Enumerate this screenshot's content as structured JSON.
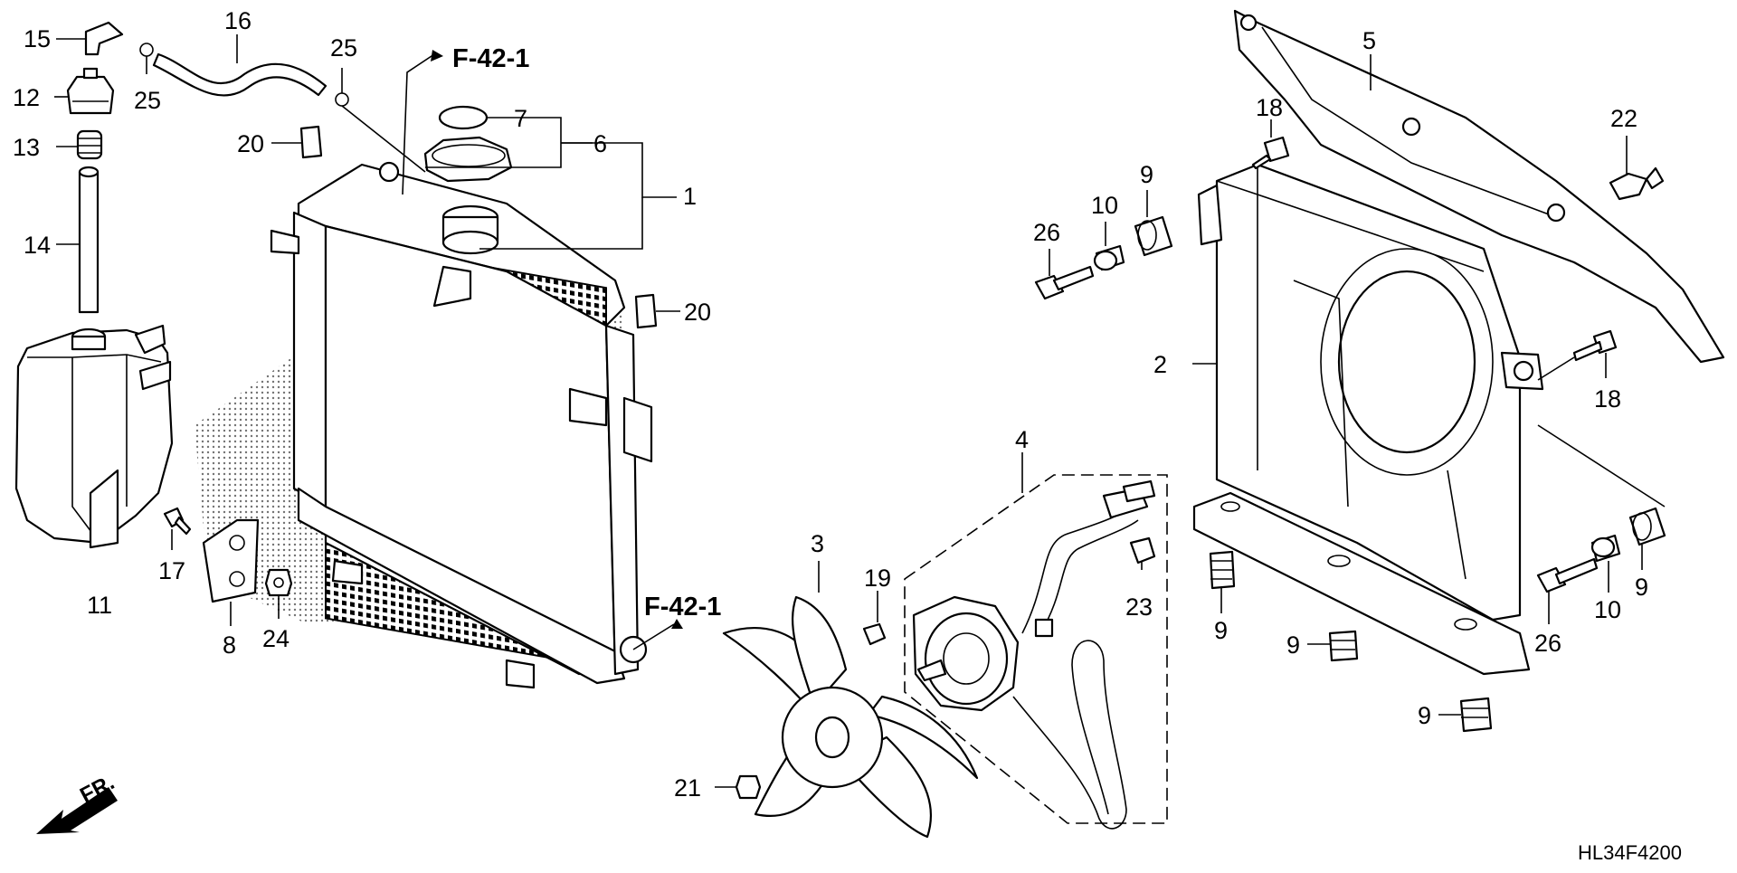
{
  "diagram": {
    "code": "HL34F4200",
    "front_label": "FR.",
    "references": [
      {
        "id": "ref-top",
        "text": "F-42-1"
      },
      {
        "id": "ref-bottom",
        "text": "F-42-1"
      }
    ],
    "callouts": [
      {
        "id": "c1",
        "text": "1"
      },
      {
        "id": "c2",
        "text": "2"
      },
      {
        "id": "c3",
        "text": "3"
      },
      {
        "id": "c4",
        "text": "4"
      },
      {
        "id": "c5",
        "text": "5"
      },
      {
        "id": "c6",
        "text": "6"
      },
      {
        "id": "c7",
        "text": "7"
      },
      {
        "id": "c8",
        "text": "8"
      },
      {
        "id": "c9a",
        "text": "9"
      },
      {
        "id": "c9b",
        "text": "9"
      },
      {
        "id": "c9c",
        "text": "9"
      },
      {
        "id": "c9d",
        "text": "9"
      },
      {
        "id": "c9e",
        "text": "9"
      },
      {
        "id": "c10a",
        "text": "10"
      },
      {
        "id": "c10b",
        "text": "10"
      },
      {
        "id": "c11",
        "text": "11"
      },
      {
        "id": "c12",
        "text": "12"
      },
      {
        "id": "c13",
        "text": "13"
      },
      {
        "id": "c14",
        "text": "14"
      },
      {
        "id": "c15",
        "text": "15"
      },
      {
        "id": "c16",
        "text": "16"
      },
      {
        "id": "c17",
        "text": "17"
      },
      {
        "id": "c18a",
        "text": "18"
      },
      {
        "id": "c18b",
        "text": "18"
      },
      {
        "id": "c19",
        "text": "19"
      },
      {
        "id": "c20a",
        "text": "20"
      },
      {
        "id": "c20b",
        "text": "20"
      },
      {
        "id": "c21",
        "text": "21"
      },
      {
        "id": "c22",
        "text": "22"
      },
      {
        "id": "c23",
        "text": "23"
      },
      {
        "id": "c24",
        "text": "24"
      },
      {
        "id": "c25a",
        "text": "25"
      },
      {
        "id": "c25b",
        "text": "25"
      },
      {
        "id": "c26a",
        "text": "26"
      },
      {
        "id": "c26b",
        "text": "26"
      }
    ]
  }
}
